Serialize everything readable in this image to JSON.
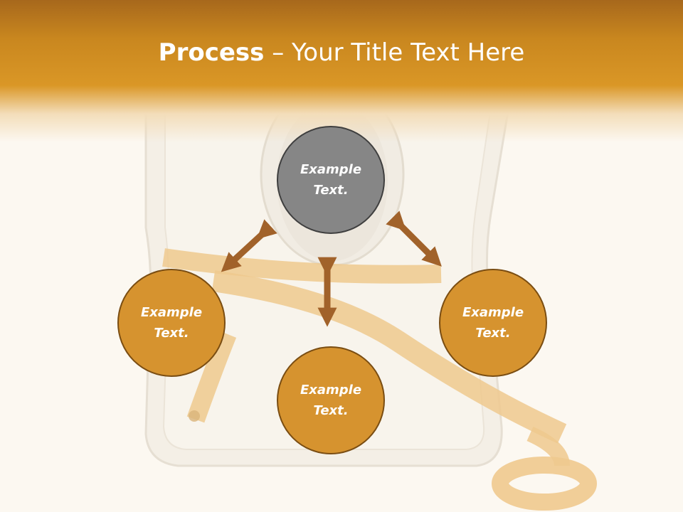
{
  "title": {
    "bold": "Process",
    "separator": " – ",
    "rest": "Your Title Text Here"
  },
  "nodes": {
    "top": "Example\nText.",
    "left": "Example\nText.",
    "right": "Example\nText.",
    "bottom": "Example\nText."
  },
  "colors": {
    "header": "#d4911f",
    "circle_orange": "#d6932f",
    "circle_gray": "#868686",
    "arrow": "#a1622a",
    "background": "#fcf8f1"
  }
}
